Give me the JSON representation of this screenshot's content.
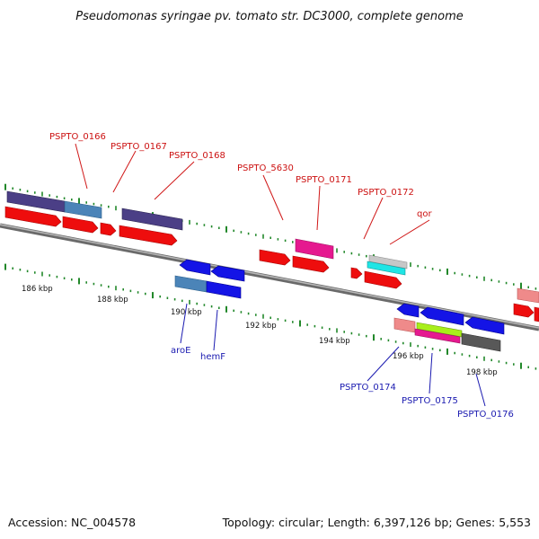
{
  "title": "Pseudomonas syringae pv. tomato str. DC3000, complete genome",
  "accession": "Accession: NC_004578",
  "summary": "Topology: circular; Length: 6,397,126 bp; Genes: 5,553",
  "scale": {
    "labels": [
      "186 kbp",
      "188 kbp",
      "190 kbp",
      "192 kbp",
      "194 kbp",
      "196 kbp",
      "198 kbp"
    ]
  },
  "colors": {
    "backbone": "#8a8a8a",
    "tick": "#22882a",
    "top_label": "#cc1111",
    "bottom_label": "#1a1ab0"
  },
  "gene_labels": {
    "top": [
      "PSPTO_0166",
      "PSPTO_0167",
      "PSPTO_0168",
      "PSPTO_5630",
      "PSPTO_0171",
      "PSPTO_0172",
      "qor"
    ],
    "bottom": [
      "aroE",
      "hemF",
      "PSPTO_0174",
      "PSPTO_0175",
      "PSPTO_0176"
    ]
  }
}
